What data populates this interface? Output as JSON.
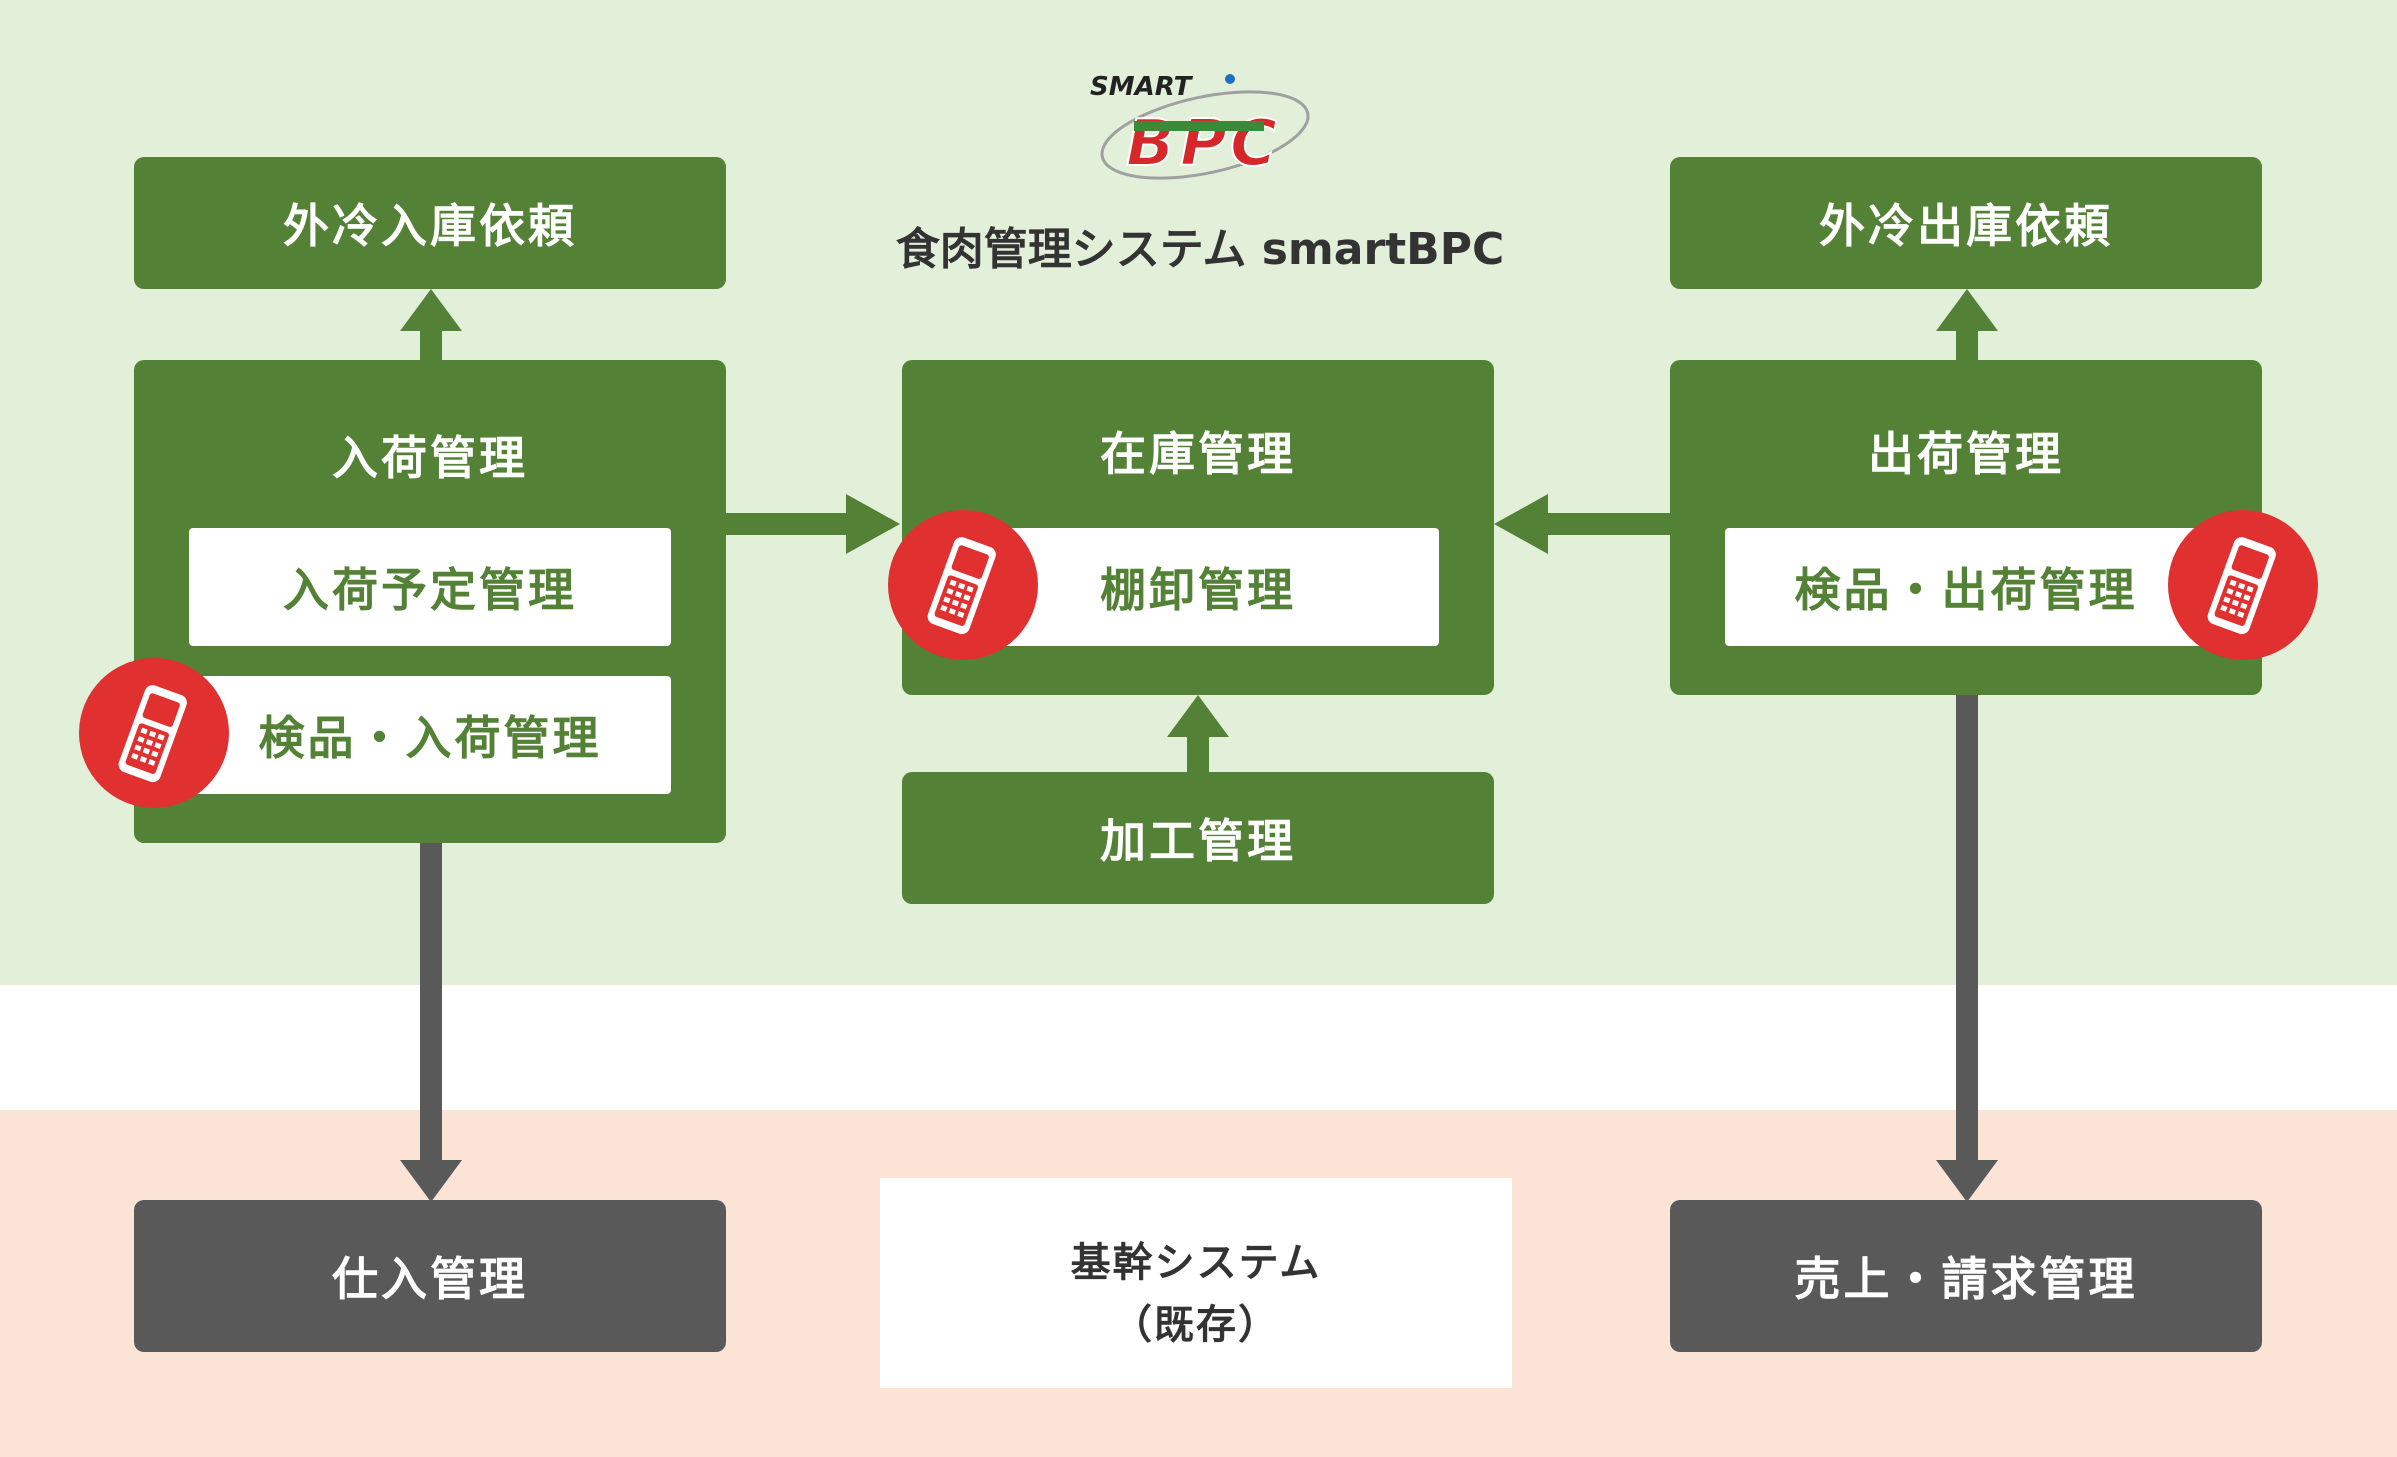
{
  "title": "食肉管理システム smartBPC",
  "logo": {
    "text_small": "SMART",
    "text_large": "BPC"
  },
  "top_left_box": "外冷入庫依頼",
  "top_right_box": "外冷出庫依頼",
  "receiving": {
    "title": "入荷管理",
    "sub1": "入荷予定管理",
    "sub2": "検品・入荷管理"
  },
  "inventory": {
    "title": "在庫管理",
    "sub1": "棚卸管理"
  },
  "processing": "加工管理",
  "shipping": {
    "title": "出荷管理",
    "sub1": "検品・出荷管理"
  },
  "purchasing": "仕入管理",
  "core_system": {
    "line1": "基幹システム",
    "line2": "（既存）"
  },
  "sales": "売上・請求管理",
  "colors": {
    "green": "#538135",
    "gray": "#595959",
    "top_bg": "#e2efd9",
    "bottom_bg": "#fbe4d5",
    "device_red": "#e03030"
  },
  "icons": [
    "handheld-terminal-icon"
  ]
}
